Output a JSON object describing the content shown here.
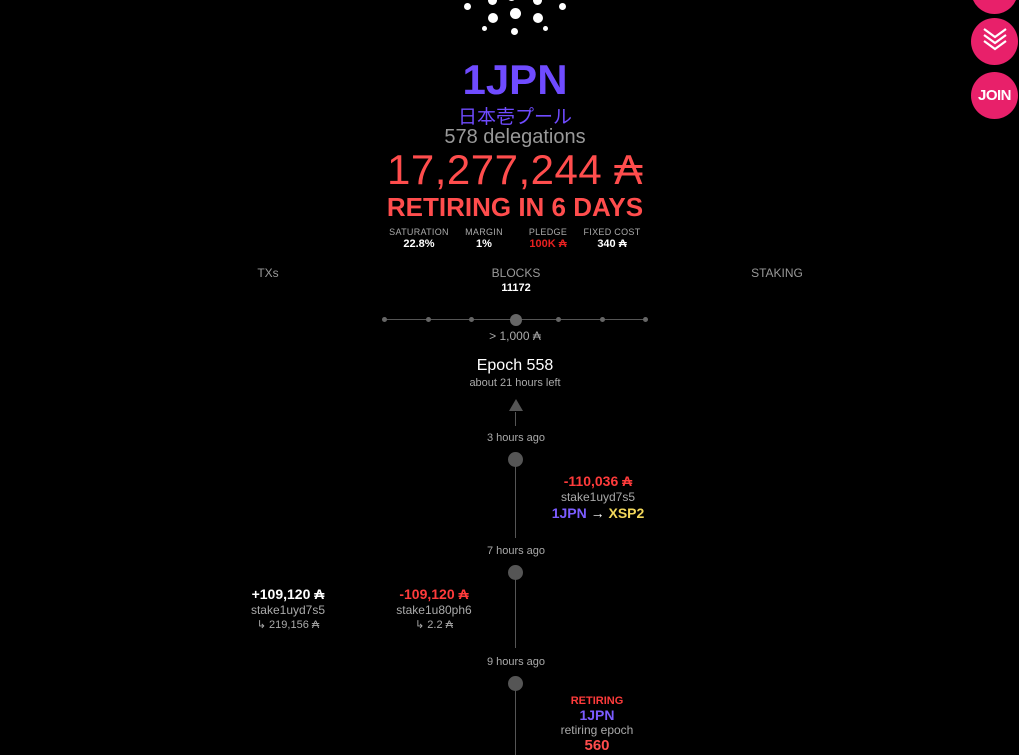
{
  "pool": {
    "ticker": "1JPN",
    "name": "日本壱プール",
    "delegations": "578 delegations",
    "stake": "17,277,244 ₳",
    "status": "RETIRING IN 6 DAYS"
  },
  "stats": [
    {
      "label": "SATURATION",
      "value": "22.8%"
    },
    {
      "label": "MARGIN",
      "value": "1%"
    },
    {
      "label": "PLEDGE",
      "value": "100K ₳"
    },
    {
      "label": "FIXED COST",
      "value": "340 ₳"
    }
  ],
  "tabs": {
    "txs": "TXs",
    "blocks": "BLOCKS",
    "blocks_count": "11172",
    "staking": "STAKING"
  },
  "filter": {
    "threshold": "> 1,000 ₳",
    "selected_index": 3,
    "stops": 7
  },
  "epoch": {
    "title": "Epoch 558",
    "time_left": "about 21 hours left"
  },
  "sidebar": {
    "join_label": "JOIN"
  },
  "timeline": {
    "time1": "3 hours ago",
    "time2": "7 hours ago",
    "time3": "9 hours ago",
    "event1": {
      "amount": "-110,036 ₳",
      "address": "stake1uyd7s5",
      "from": "1JPN",
      "arrow": "→",
      "to": "XSP2"
    },
    "event2a": {
      "amount": "+109,120 ₳",
      "address": "stake1uyd7s5",
      "detail": "↳ 219,156 ₳"
    },
    "event2b": {
      "amount": "-109,120 ₳",
      "address": "stake1u80ph6",
      "detail": "↳ 2.2 ₳"
    },
    "event3": {
      "label": "RETIRING",
      "pool": "1JPN",
      "desc": "retiring epoch",
      "epoch": "560"
    }
  },
  "colors": {
    "accent_purple": "#6f4bff",
    "red": "#ff4d4d",
    "pink_button": "#e8206a",
    "yellow": "#f2d75a"
  }
}
